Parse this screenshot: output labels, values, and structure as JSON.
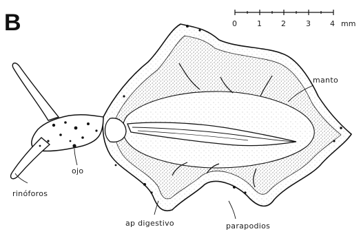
{
  "panel_letter": "B",
  "scale_bar": {
    "ticks": [
      "0",
      "1",
      "2",
      "3",
      "4"
    ],
    "unit": "mm"
  },
  "labels": {
    "manto": "manto",
    "ojo": "ojo",
    "rinoforos": "rinóforos",
    "ap_digestivo": "ap digestivo",
    "parapodios": "parapodios"
  },
  "colors": {
    "ink": "#111111",
    "paper": "#ffffff"
  }
}
